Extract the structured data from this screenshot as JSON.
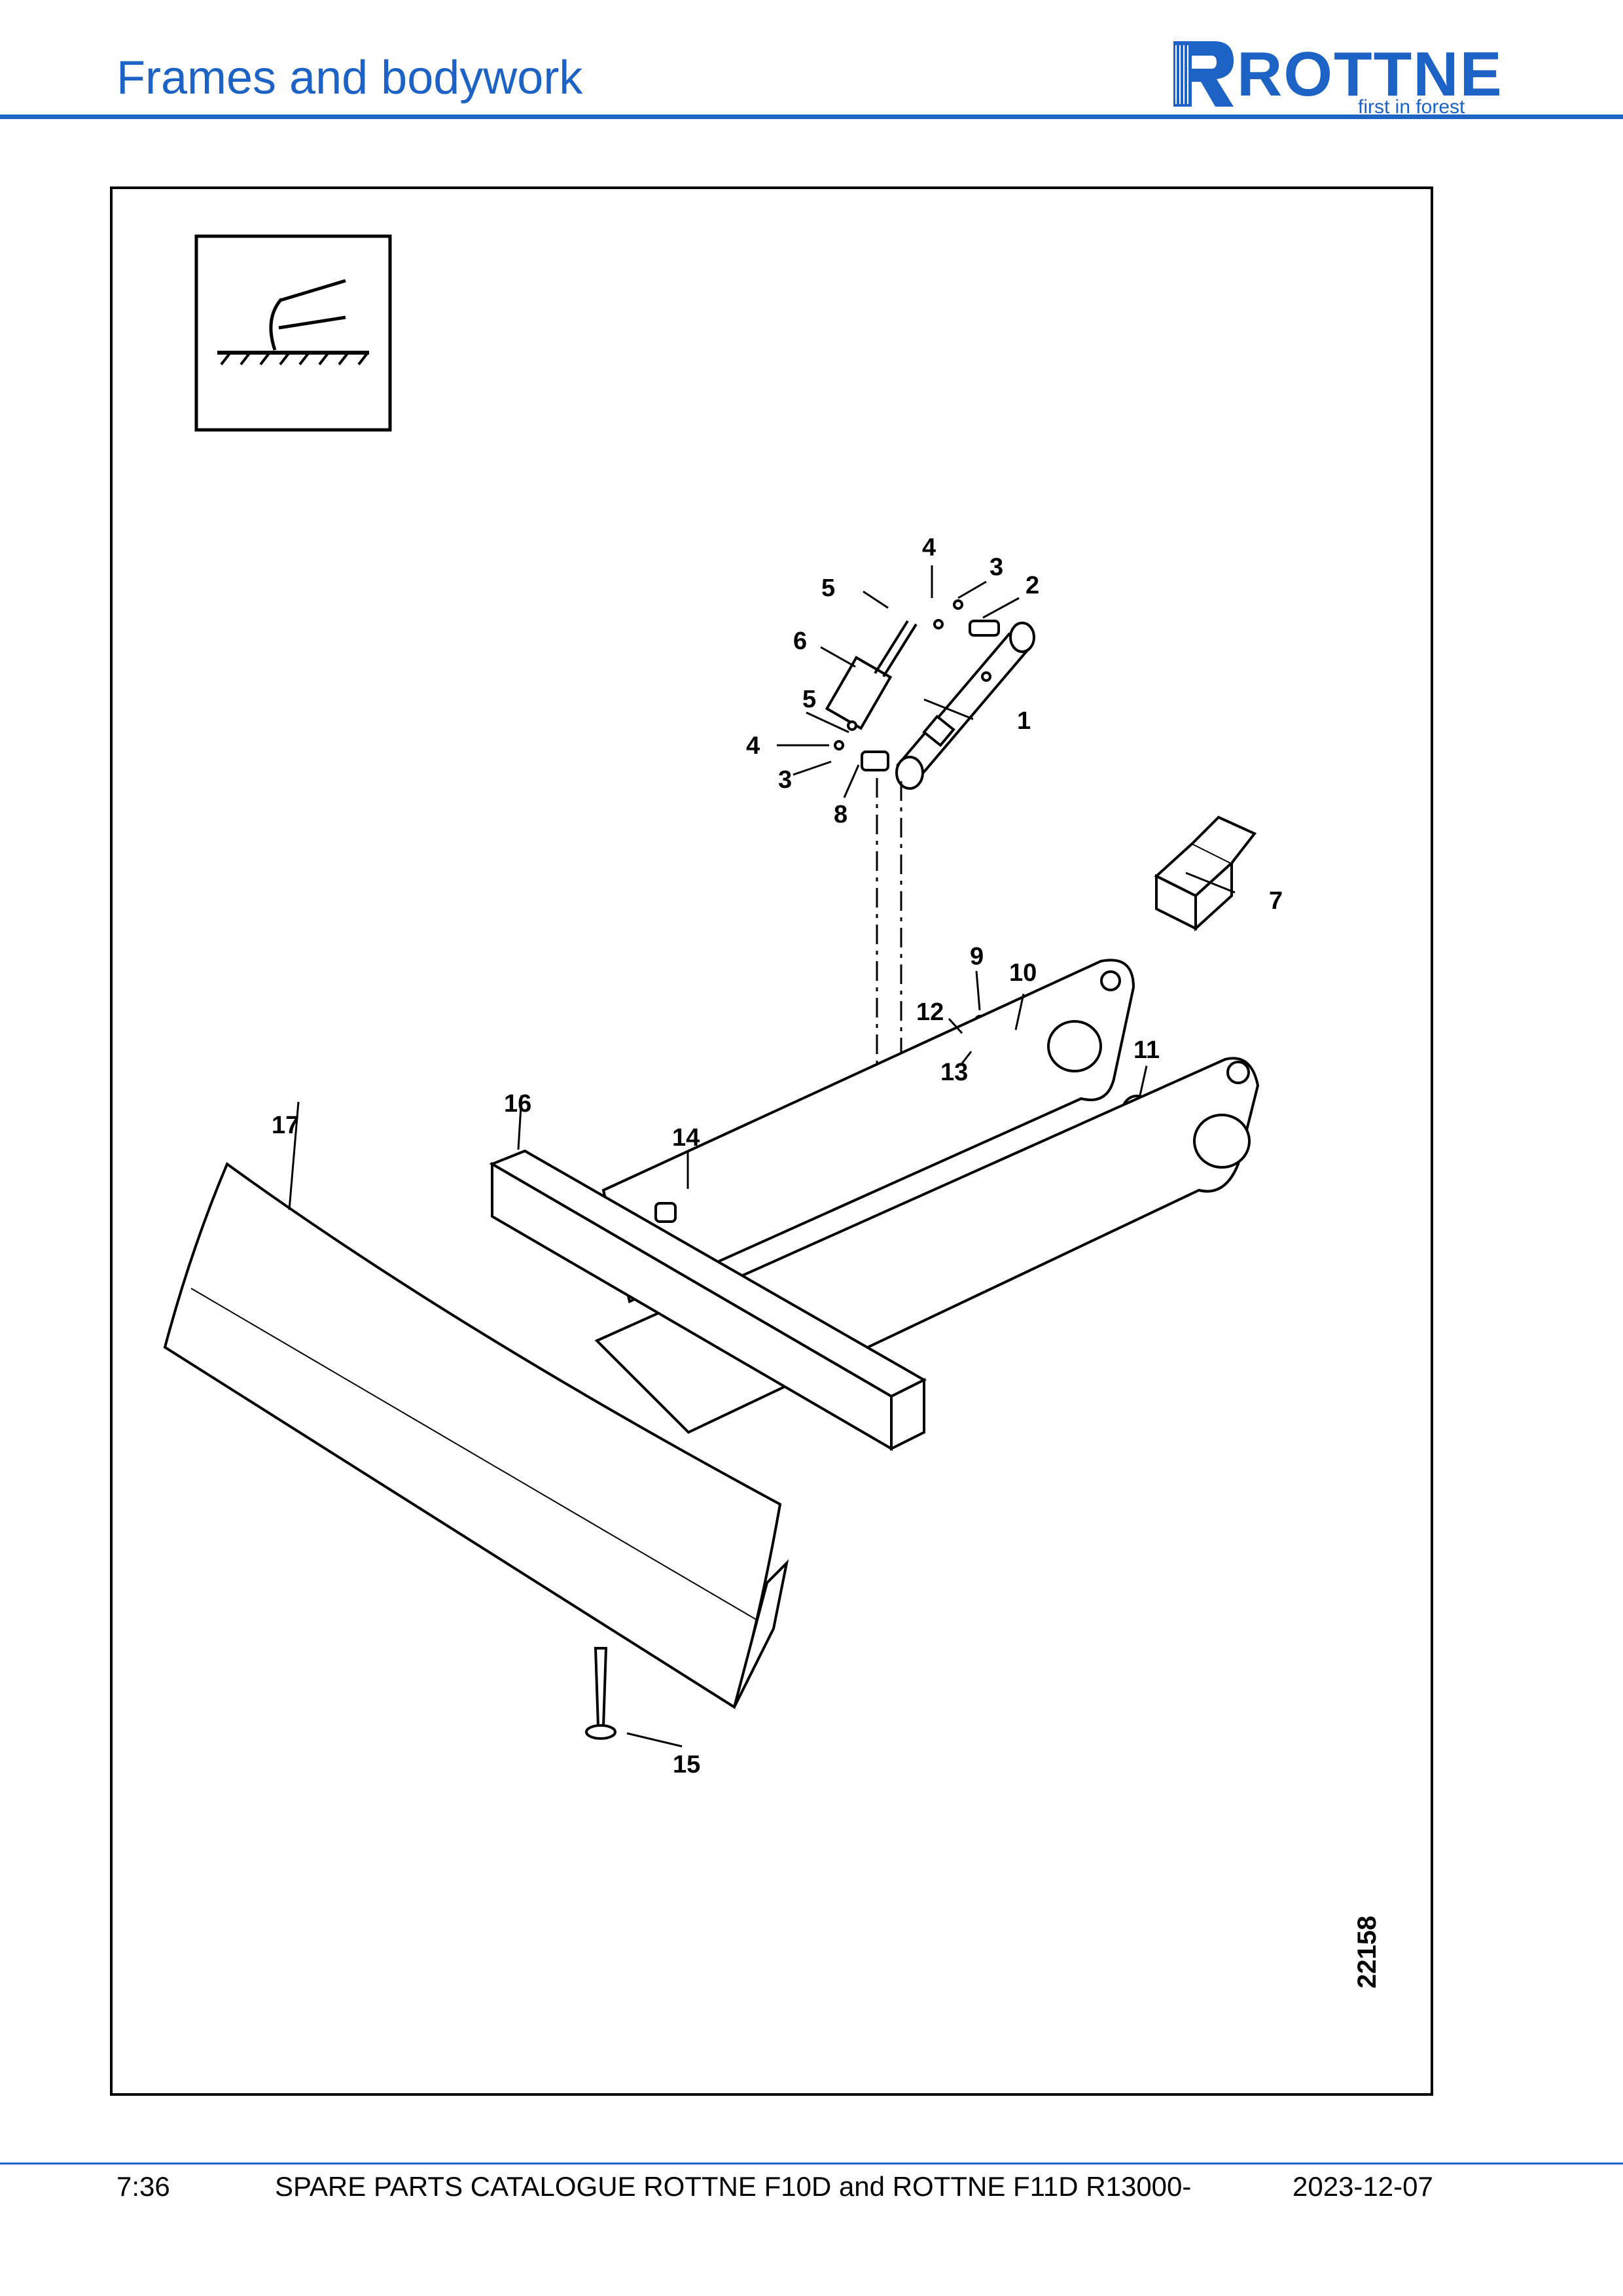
{
  "header": {
    "title": "Frames and bodywork"
  },
  "logo": {
    "name": "ROTTNE",
    "tagline": "first in forest",
    "color": "#1d63c6"
  },
  "drawing": {
    "number": "22158",
    "callouts": [
      "1",
      "2",
      "3",
      "3",
      "4",
      "4",
      "5",
      "5",
      "6",
      "7",
      "8",
      "9",
      "10",
      "11",
      "12",
      "13",
      "14",
      "15",
      "16",
      "17"
    ]
  },
  "footer": {
    "page": "7:36",
    "catalogue": "SPARE PARTS CATALOGUE ROTTNE F10D and ROTTNE F11D R13000-",
    "date": "2023-12-07"
  }
}
